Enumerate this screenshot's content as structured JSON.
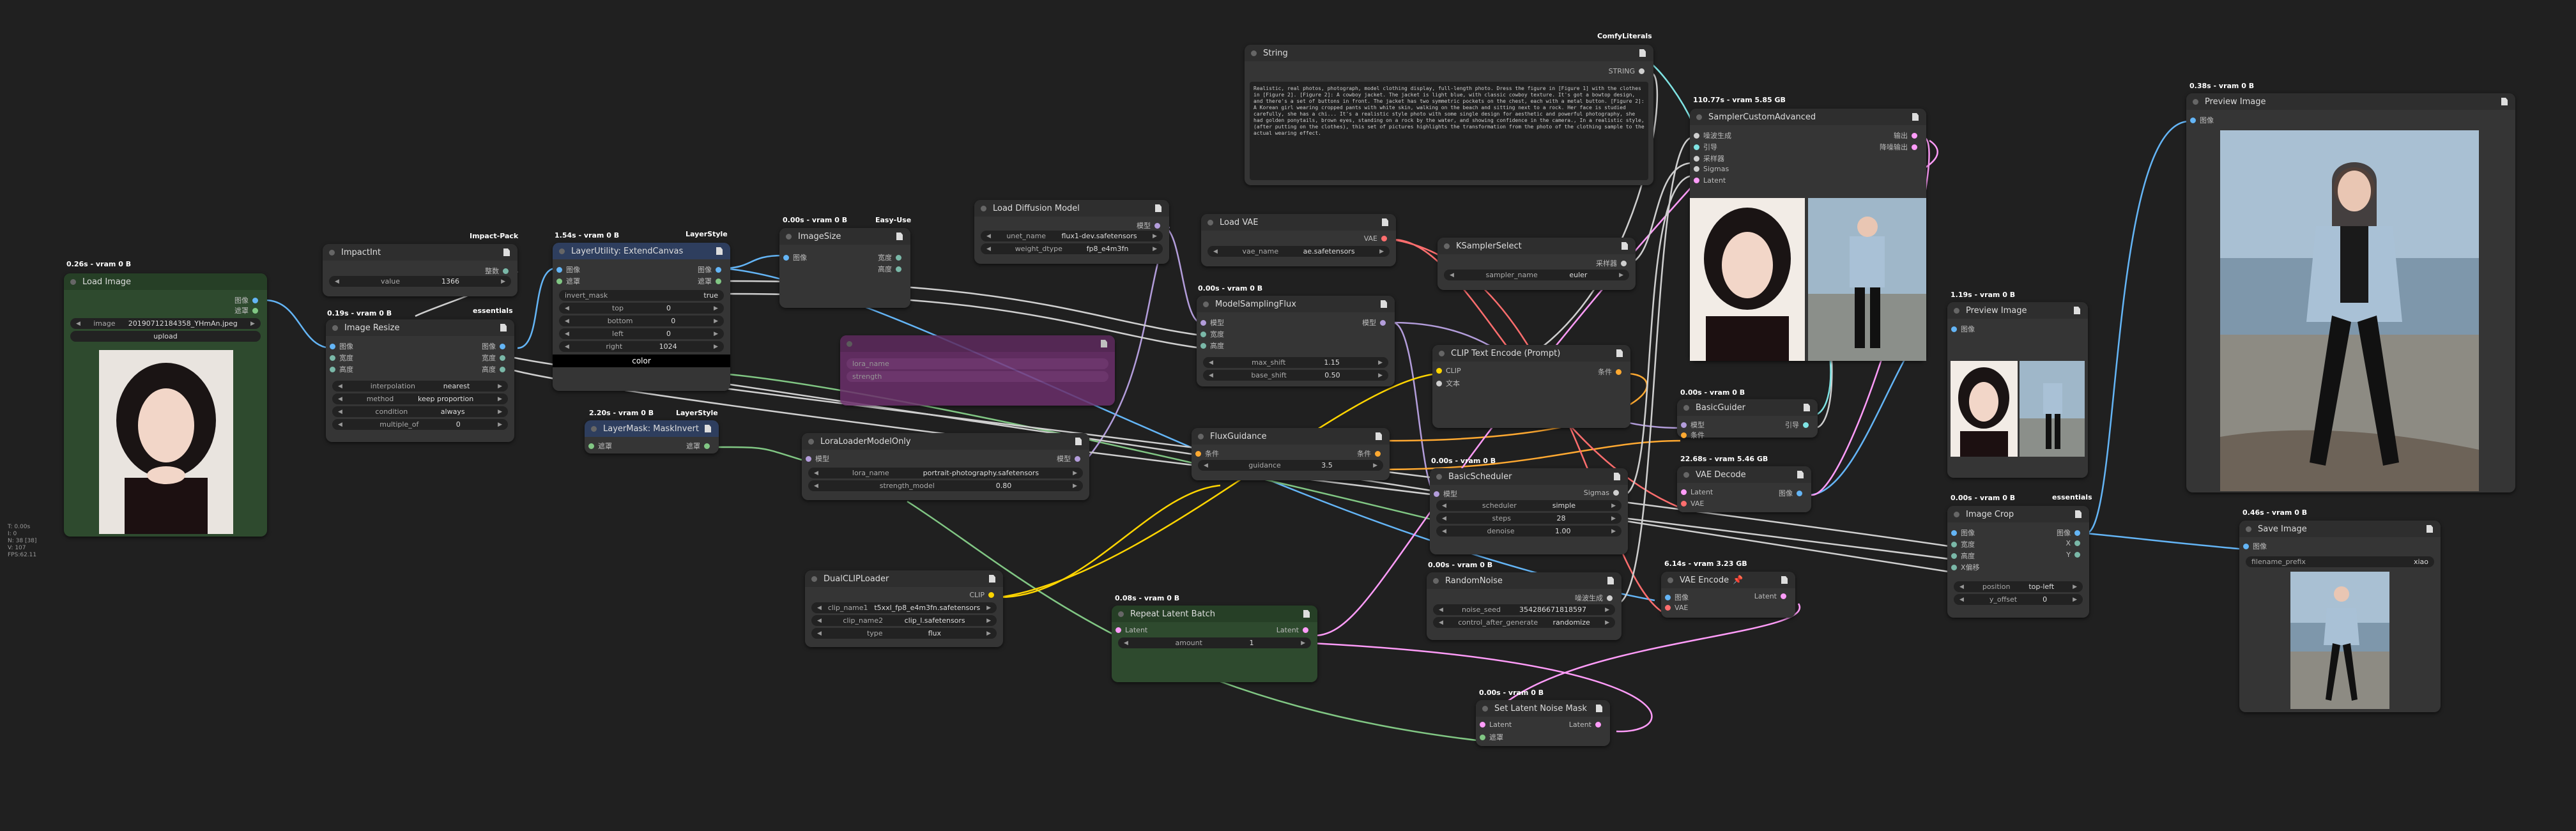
{
  "side_info": [
    "T: 0.00s",
    "I: 0",
    "N: 38 [38]",
    "V: 107",
    "FPS:62.11"
  ],
  "nodes": {
    "load_image": {
      "timing": "0.26s - vram 0 B",
      "title": "Load Image",
      "out1": "图像",
      "out2": "遮罩",
      "image_label": "image",
      "image_value": "20190712184358_YHmAn.jpeg",
      "upload": "upload"
    },
    "impactint": {
      "tag": "Impact-Pack",
      "title": "ImpactInt",
      "out1": "整数",
      "value_label": "value",
      "value": "1366"
    },
    "image_resize": {
      "timing": "0.19s - vram 0 B",
      "tag": "essentials",
      "title": "Image Resize",
      "in1": "图像",
      "in2": "宽度",
      "in3": "高度",
      "out1": "图像",
      "out2": "宽度",
      "out3": "高度",
      "w1": "interpolation",
      "v1": "nearest",
      "w2": "method",
      "v2": "keep proportion",
      "w3": "condition",
      "v3": "always",
      "w4": "multiple_of",
      "v4": "0"
    },
    "extend_canvas": {
      "timing": "1.54s - vram 0 B",
      "tag": "LayerStyle",
      "title": "LayerUtility: ExtendCanvas",
      "in1": "图像",
      "in2": "遮罩",
      "out1": "图像",
      "out2": "遮罩",
      "w1": "invert_mask",
      "v1": "true",
      "w2": "top",
      "v2": "0",
      "w3": "bottom",
      "v3": "0",
      "w4": "left",
      "v4": "0",
      "w5": "right",
      "v5": "1024",
      "color": "color"
    },
    "maskinvert": {
      "timing": "2.20s - vram 0 B",
      "tag": "LayerStyle",
      "title": "LayerMask: MaskInvert",
      "in1": "遮罩",
      "out1": "遮罩"
    },
    "imagesize": {
      "timing": "0.00s - vram 0 B",
      "tag": "Easy-Use",
      "title": "ImageSize",
      "in1": "图像",
      "out1": "宽度",
      "out2": "高度"
    },
    "load_diffusion": {
      "title": "Load Diffusion Model",
      "out1": "模型",
      "w1": "unet_name",
      "v1": "flux1-dev.safetensors",
      "w2": "weight_dtype",
      "v2": "fp8_e4m3fn"
    },
    "bypassed": {
      "title": "",
      "w1": "lora_name",
      "w2": "strength"
    },
    "lora_loader": {
      "title": "LoraLoaderModelOnly",
      "in1": "模型",
      "out1": "模型",
      "w1": "lora_name",
      "v1": "portrait-photography.safetensors",
      "w2": "strength_model",
      "v2": "0.80"
    },
    "dualclip": {
      "title": "DualCLIPLoader",
      "out1": "CLIP",
      "w1": "clip_name1",
      "v1": "t5xxl_fp8_e4m3fn.safetensors",
      "w2": "clip_name2",
      "v2": "clip_l.safetensors",
      "w3": "type",
      "v3": "flux"
    },
    "load_vae": {
      "title": "Load VAE",
      "out1": "VAE",
      "w1": "vae_name",
      "v1": "ae.safetensors"
    },
    "model_sampling": {
      "timing": "0.00s - vram 0 B",
      "title": "ModelSamplingFlux",
      "in1": "模型",
      "in2": "宽度",
      "in3": "高度",
      "out1": "模型",
      "w1": "max_shift",
      "v1": "1.15",
      "w2": "base_shift",
      "v2": "0.50"
    },
    "flux_guidance": {
      "title": "FluxGuidance",
      "in1": "条件",
      "out1": "条件",
      "w1": "guidance",
      "v1": "3.5"
    },
    "repeat_latent": {
      "timing": "0.08s - vram 0 B",
      "title": "Repeat Latent Batch",
      "in1": "Latent",
      "out1": "Latent",
      "w1": "amount",
      "v1": "1"
    },
    "string": {
      "tag": "ComfyLiterals",
      "title": "String",
      "out1": "STRING",
      "text": "Realistic, real photos, photograph, model clothing display, full-length photo.  Dress the figure in [Figure 1] with the clothes in [Figure 2]. [Figure 2]: A cowboy jacket. The jacket is light blue, with classic cowboy texture. It's got a bowtop design, and there's a set of buttons in front. The jacket has two symmetric pockets on the chest, each with a metal button. [Figure 2]: A Korean girl wearing cropped pants with white skin, walking on the beach and sitting next to a rock. Her face is studied carefully, she has a chi... It's a realistic style photo with some single design for aesthetic and powerful photography, she had golden ponytails, brown eyes, standing on a rock by the water, and showing confidence in the camera., In a realistic style, (after putting on the clothes), this set of pictures highlights the transformation from the photo of the clothing sample to the actual wearing effect."
    },
    "ksampler_select": {
      "title": "KSamplerSelect",
      "out1": "采样器",
      "w1": "sampler_name",
      "v1": "euler"
    },
    "clip_text": {
      "title": "CLIP Text Encode (Prompt)",
      "in1": "CLIP",
      "in2": "文本",
      "out1": "条件"
    },
    "basic_scheduler": {
      "timing": "0.00s - vram 0 B",
      "title": "BasicScheduler",
      "in1": "模型",
      "out1": "Sigmas",
      "w1": "scheduler",
      "v1": "simple",
      "w2": "steps",
      "v2": "28",
      "w3": "denoise",
      "v3": "1.00"
    },
    "random_noise": {
      "timing": "0.00s - vram 0 B",
      "title": "RandomNoise",
      "out1": "噪波生成",
      "w1": "noise_seed",
      "v1": "354286671818597",
      "w2": "control_after_generate",
      "v2": "randomize"
    },
    "set_latent_noise": {
      "timing": "0.00s - vram 0 B",
      "title": "Set Latent Noise Mask",
      "in1": "Latent",
      "in2": "遮罩",
      "out1": "Latent"
    },
    "sampler_custom": {
      "timing": "110.77s - vram 5.85 GB",
      "title": "SamplerCustomAdvanced",
      "in1": "噪波生成",
      "in2": "引导",
      "in3": "采样器",
      "in4": "Sigmas",
      "in5": "Latent",
      "out1": "输出",
      "out2": "降噪输出"
    },
    "basic_guider": {
      "timing": "0.00s - vram 0 B",
      "title": "BasicGuider",
      "in1": "模型",
      "in2": "条件",
      "out1": "引导"
    },
    "vae_decode": {
      "timing": "22.68s - vram 5.46 GB",
      "title": "VAE Decode",
      "in1": "Latent",
      "in2": "VAE",
      "out1": "图像"
    },
    "vae_encode": {
      "timing": "6.14s - vram 3.23 GB",
      "title": "VAE Encode",
      "in1": "图像",
      "in2": "VAE",
      "out1": "Latent"
    },
    "preview_small": {
      "timing": "1.19s - vram 0 B",
      "title": "Preview Image",
      "in1": "图像"
    },
    "image_crop": {
      "timing": "0.00s - vram 0 B",
      "tag": "essentials",
      "title": "Image Crop",
      "in1": "图像",
      "in2": "宽度",
      "in3": "高度",
      "in4": "X偏移",
      "out1": "图像",
      "out2": "X",
      "out3": "Y",
      "w1": "position",
      "v1": "top-left",
      "w2": "y_offset",
      "v2": "0"
    },
    "preview_big": {
      "timing": "0.38s - vram 0 B",
      "title": "Preview Image",
      "in1": "图像"
    },
    "save_image": {
      "timing": "0.46s - vram 0 B",
      "title": "Save Image",
      "in1": "图像",
      "w1": "filename_prefix",
      "v1": "xiao"
    }
  },
  "colors": {
    "canvas": "#202020",
    "node": "#353535",
    "header": "#2e2e2e",
    "green_node": "#2e4a2e",
    "purple_node": "#6b2f6b",
    "wire_image": "#64b5f6",
    "wire_latent": "#ff9cf9",
    "wire_model": "#b39ddb",
    "wire_clip": "#ffd500",
    "wire_cond": "#ffa931",
    "wire_vae": "#ff6e6e",
    "wire_mask": "#81c784",
    "wire_int": "#7ab8a8"
  }
}
